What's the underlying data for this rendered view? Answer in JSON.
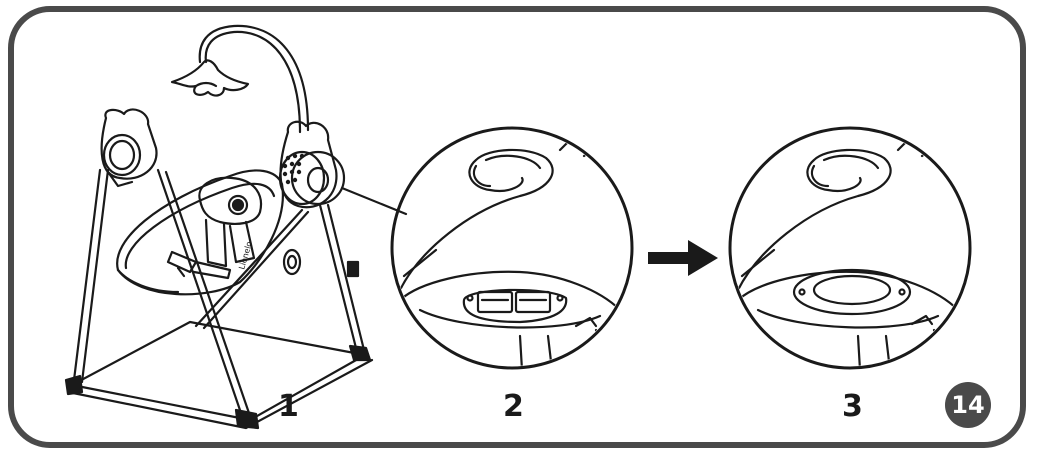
{
  "steps": [
    {
      "label": "1"
    },
    {
      "label": "2"
    },
    {
      "label": "3"
    }
  ],
  "figure_number": "14",
  "product_brand_text": "Lionelo",
  "colors": {
    "frame": "#4a4a4a",
    "line_art": "#1a1a1a",
    "badge_background": "#4a4a4a",
    "badge_text": "#ffffff"
  }
}
